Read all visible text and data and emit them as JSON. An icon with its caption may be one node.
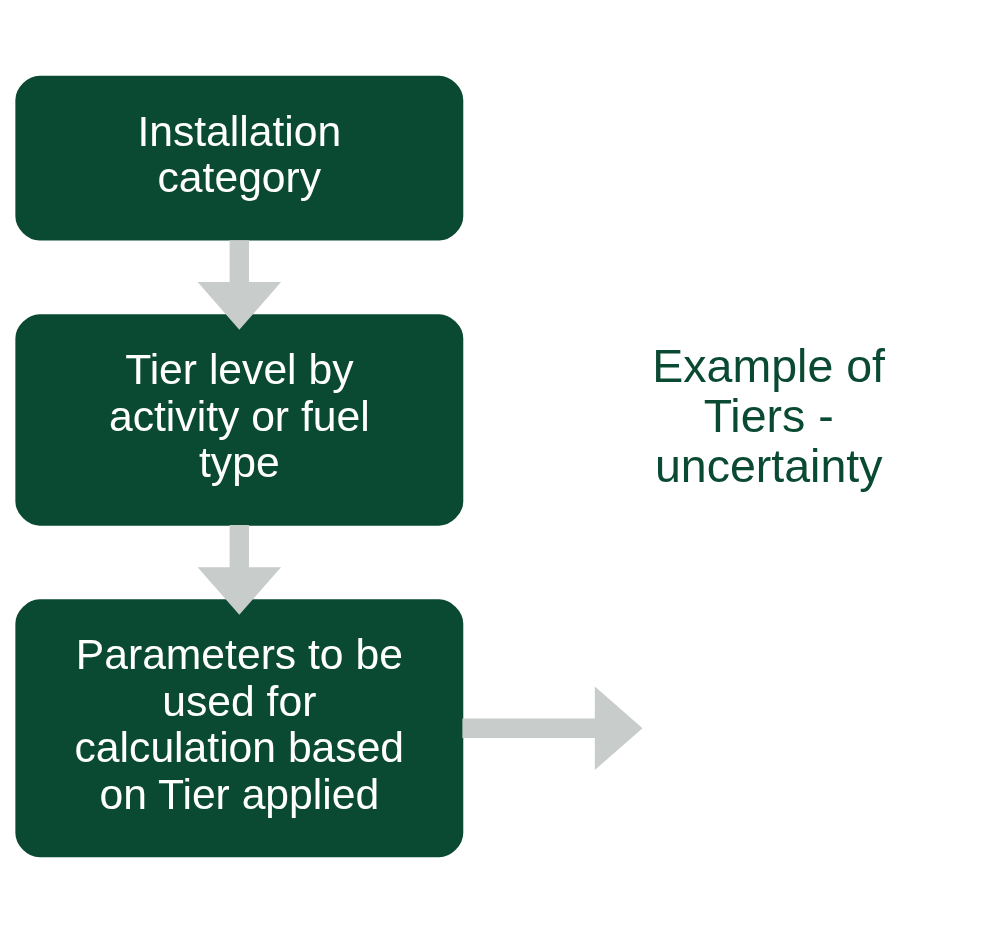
{
  "diagram": {
    "nodes": [
      {
        "text": [
          "Installation category"
        ]
      },
      {
        "text": [
          "Tier level by activity or fuel type"
        ]
      },
      {
        "text": [
          "Parameters to be used for calculation based on Tier applied"
        ]
      }
    ],
    "edges": [
      {
        "from": 0,
        "to": 1,
        "arrow": "to"
      },
      {
        "from": 1,
        "to": 2,
        "arrow": "to"
      },
      {
        "from": 2,
        "to": null,
        "arrow": "to"
      }
    ],
    "labels": [
      "Example of Tiers - uncertainty"
    ]
  }
}
